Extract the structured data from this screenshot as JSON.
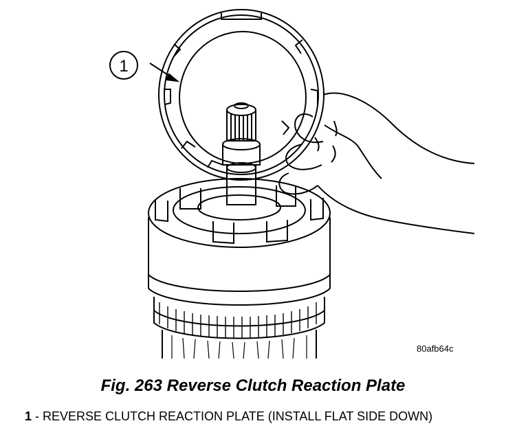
{
  "figure": {
    "callout_number": "1",
    "image_id": "80afb64c"
  },
  "caption": "Fig. 263 Reverse Clutch Reaction Plate",
  "legend": [
    {
      "number": "1",
      "text": " - REVERSE CLUTCH REACTION PLATE (INSTALL FLAT SIDE DOWN)"
    }
  ]
}
